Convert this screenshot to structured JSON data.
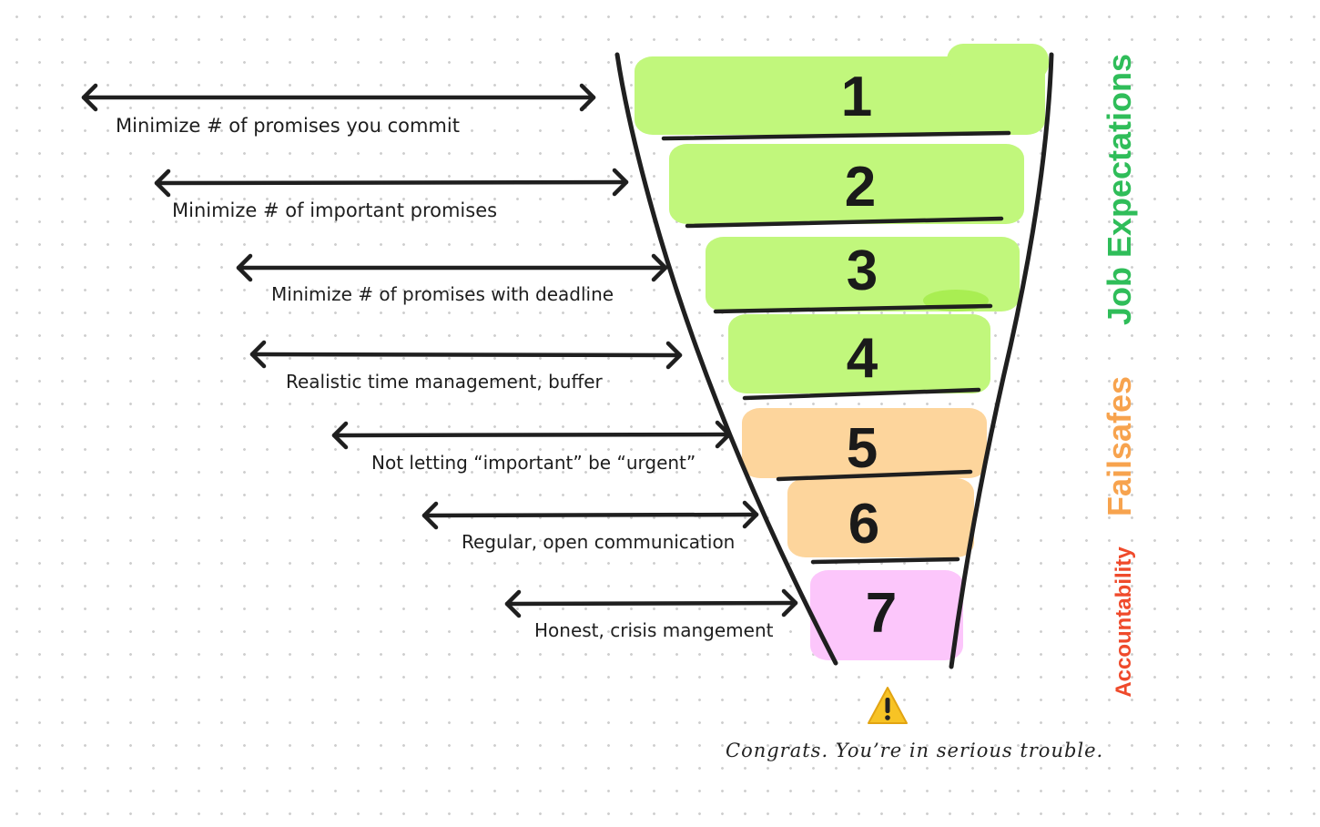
{
  "colors": {
    "green": "#c1f77c",
    "orange": "#fdd59c",
    "pink": "#fcc6fb",
    "job": "#2fbd59",
    "failsafe": "#f7a34e",
    "accountability": "#ef4a2b",
    "ink": "#1f1f1f"
  },
  "levels": [
    {
      "number": "1",
      "label": "Minimize # of promises you commit",
      "tier": "green"
    },
    {
      "number": "2",
      "label": "Minimize # of important promises",
      "tier": "green"
    },
    {
      "number": "3",
      "label": "Minimize # of promises with deadline",
      "tier": "green"
    },
    {
      "number": "4",
      "label": "Realistic time management, buffer",
      "tier": "green"
    },
    {
      "number": "5",
      "label": "Not letting “important” be “urgent”",
      "tier": "orange"
    },
    {
      "number": "6",
      "label": "Regular, open communication",
      "tier": "orange"
    },
    {
      "number": "7",
      "label": "Honest, crisis mangement",
      "tier": "pink"
    }
  ],
  "sections": {
    "job": "Job Expectations",
    "failsafes": "Failsafes",
    "accountability": "Accountability"
  },
  "footer": {
    "warning_icon": "warning-icon",
    "text": "Congrats. You’re in serious trouble."
  }
}
